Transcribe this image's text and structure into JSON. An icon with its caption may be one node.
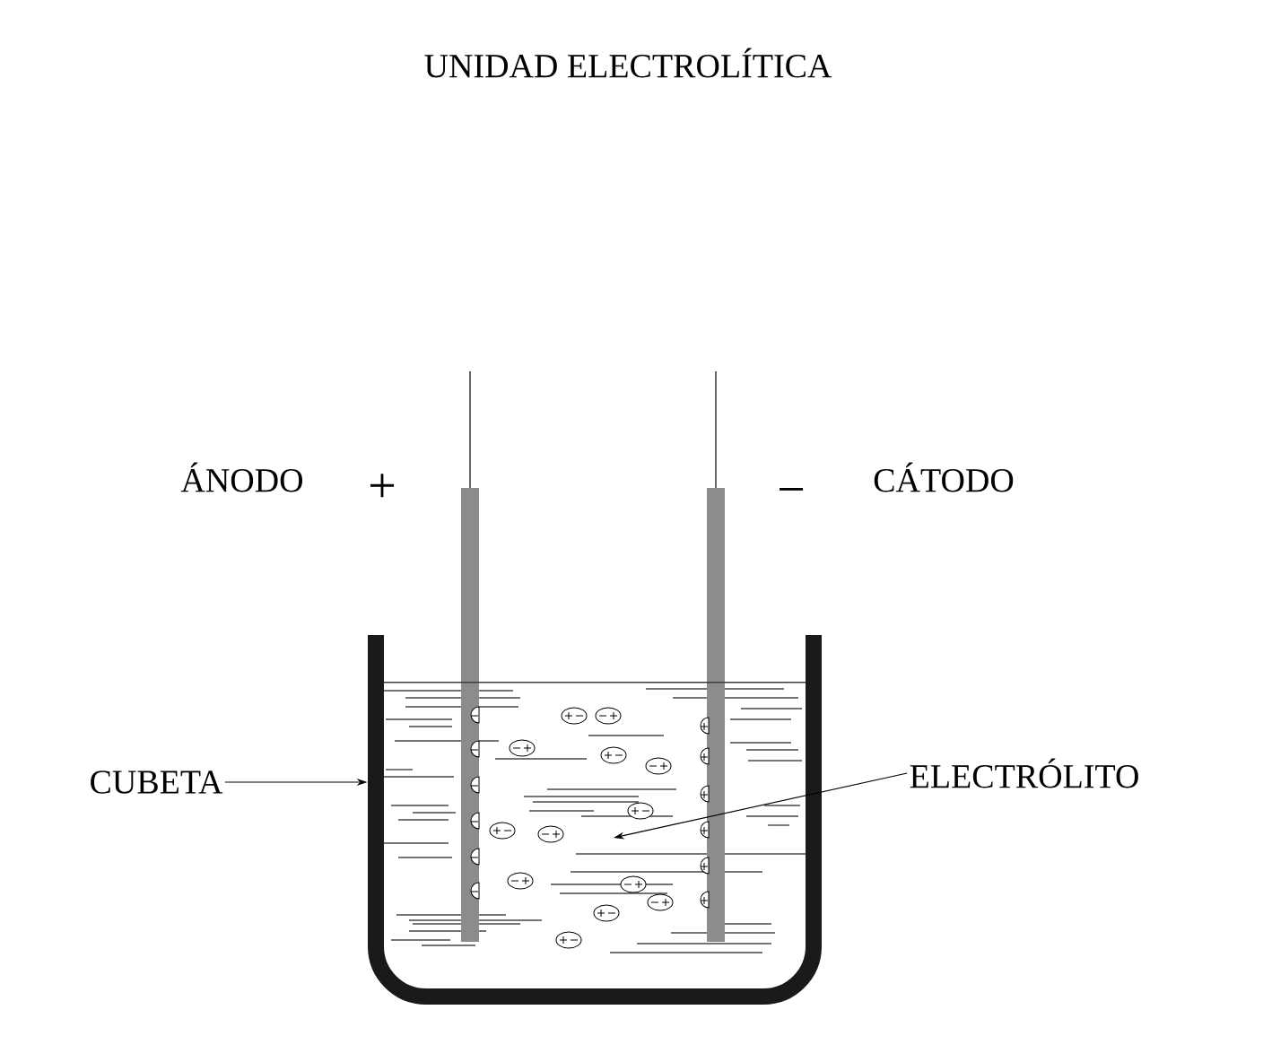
{
  "diagram": {
    "title": "UNIDAD ELECTROLÍTICA",
    "nodes": [
      {
        "text": [
          "CUBETA"
        ]
      },
      {
        "text": [],
        "shape": "bar"
      },
      {
        "text": [
          "ELECTRÓLITO"
        ]
      },
      {
        "text": [],
        "shape": "box"
      }
    ],
    "edges": [
      {
        "from": 0,
        "to": 1,
        "arrow": "to"
      },
      {
        "from": 2,
        "to": 3,
        "arrow": "to"
      }
    ],
    "labels": [
      "ÁNODO",
      "+",
      "−",
      "CÁTODO"
    ]
  }
}
